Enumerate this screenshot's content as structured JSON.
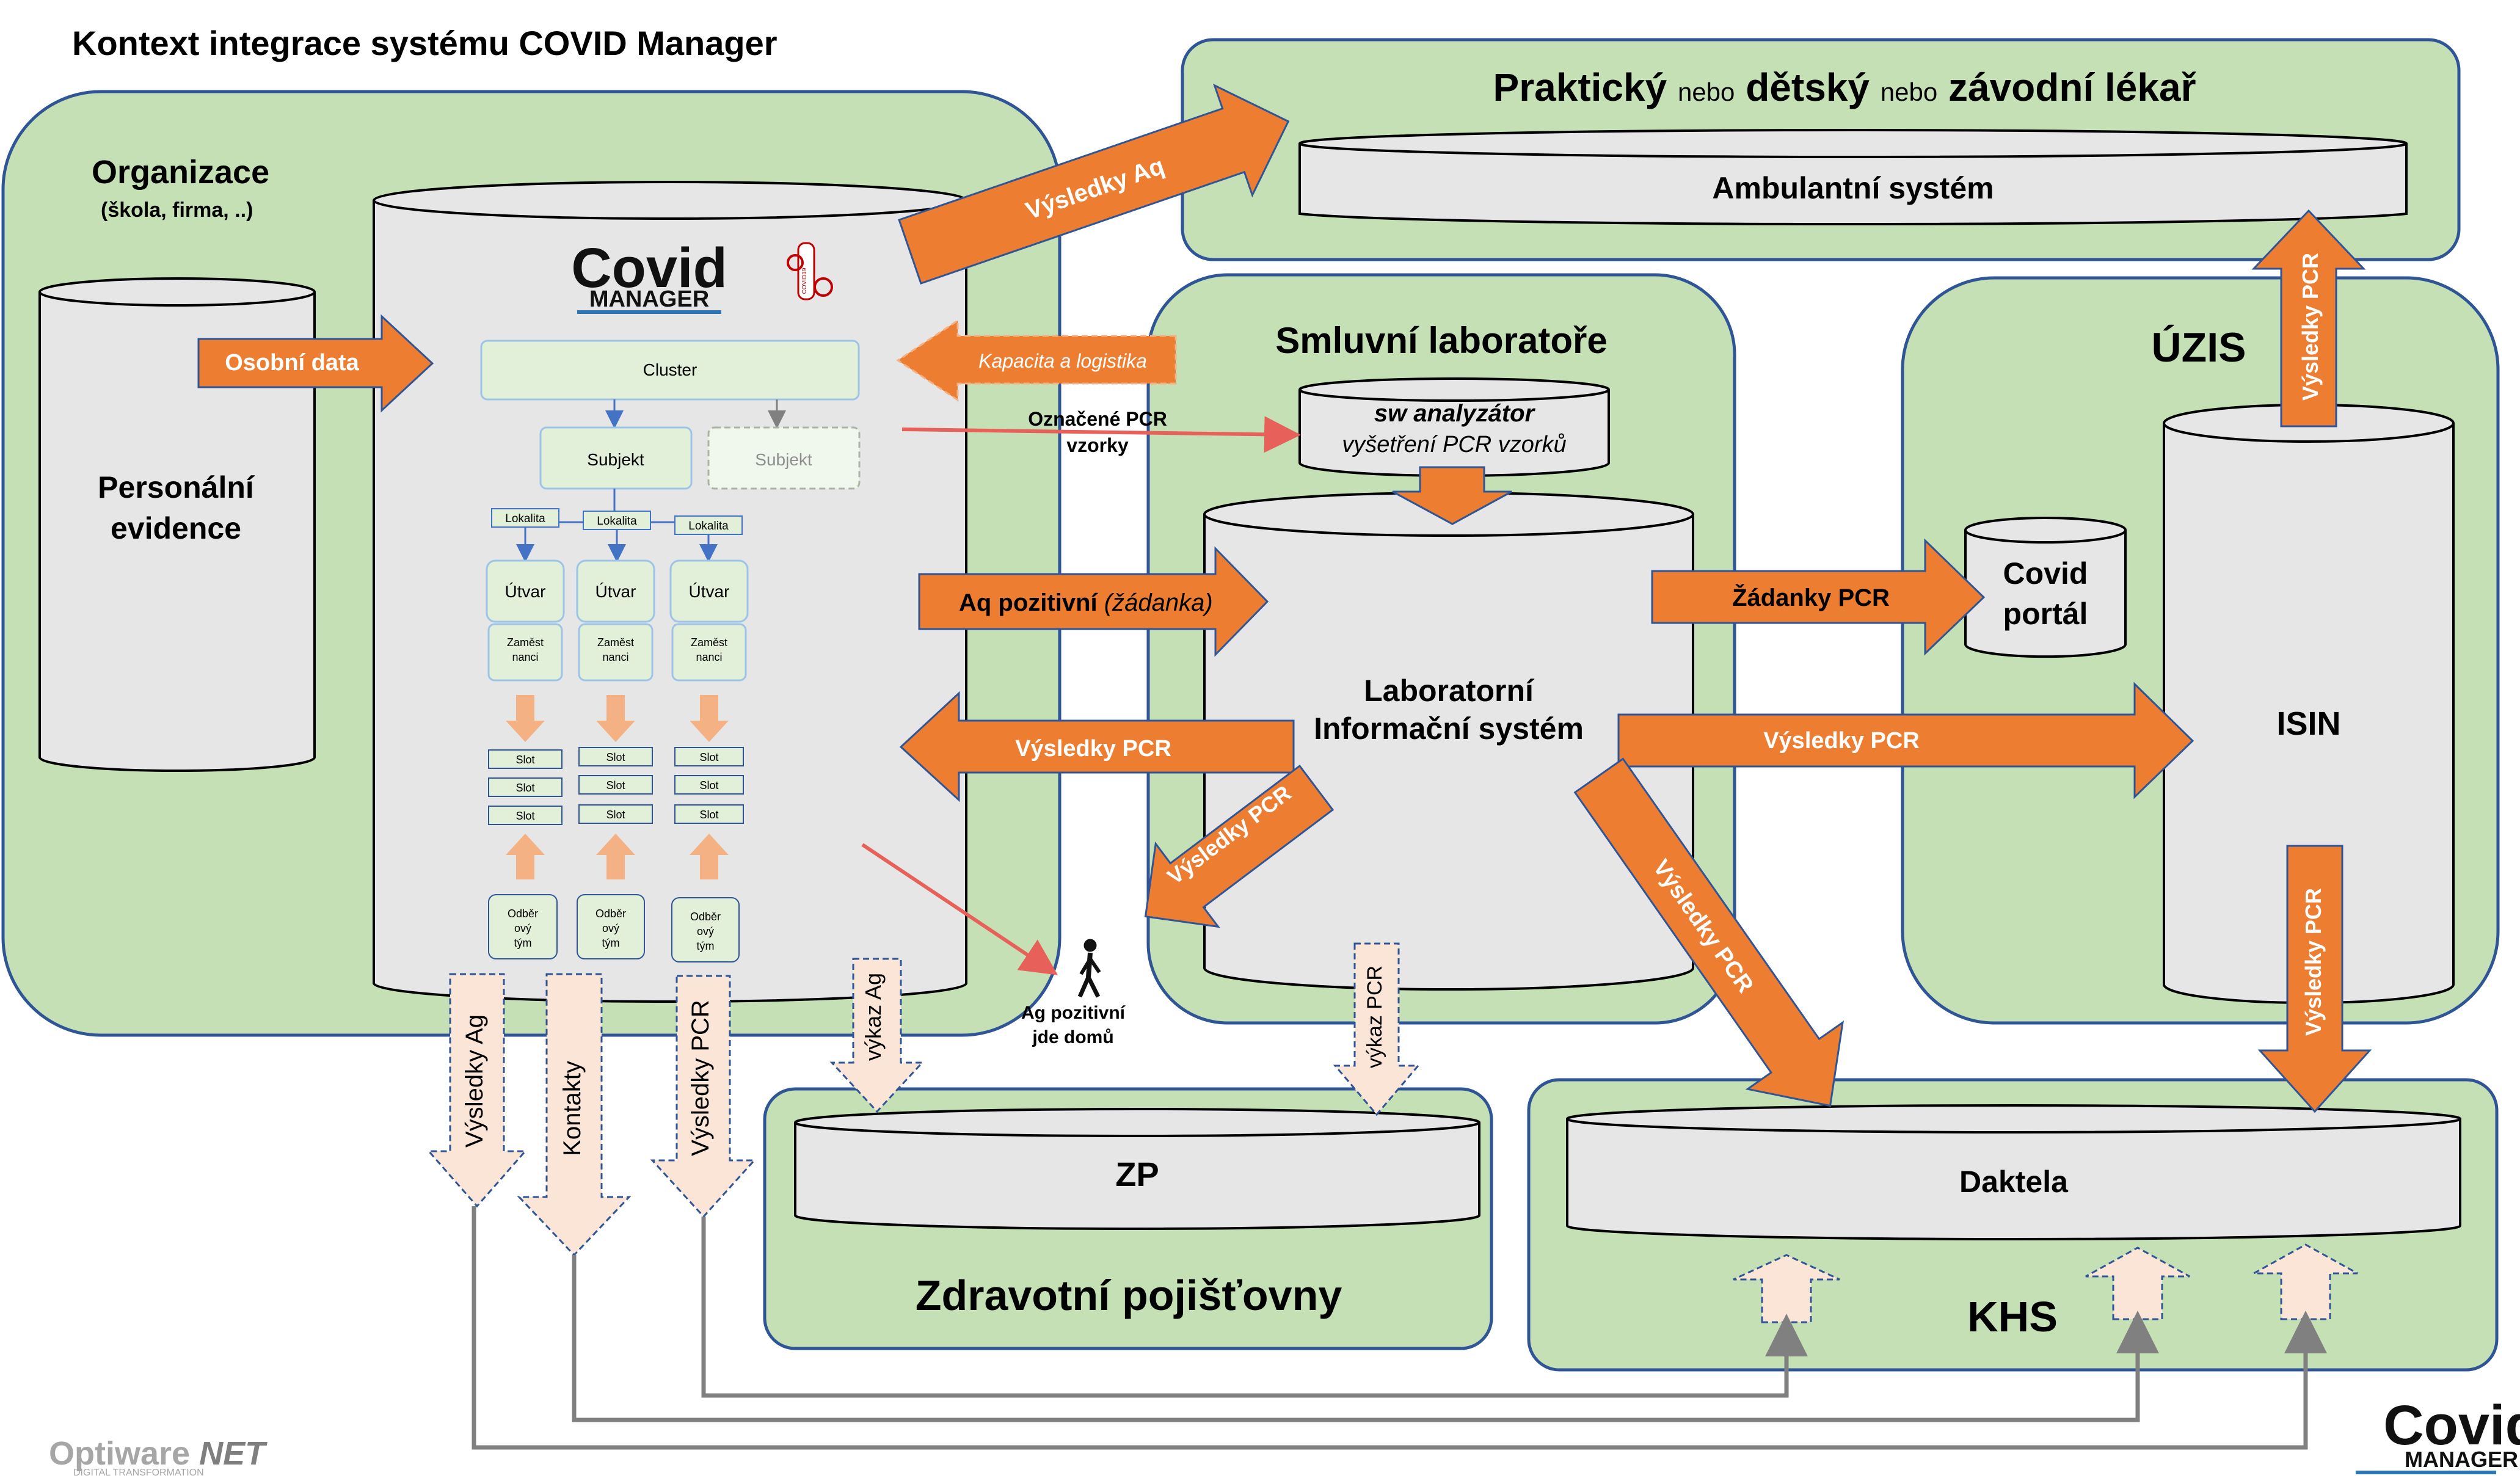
{
  "title": "Kontext integrace systému COVID Manager",
  "colors": {
    "panel_fill": "#c5e0b4",
    "panel_stroke": "#2f5597",
    "cylinder_fill": "#e7e6e6",
    "arrow_orange": "#ed7d31",
    "arrow_light": "#fbe5d6",
    "red_line": "#e8605a",
    "gray_line": "#808080",
    "diagram_fill": "#e2f0d9",
    "diagram_stroke": "#9dc3e6"
  },
  "organizace": {
    "title": "Organizace",
    "subtitle": "(škola, firma, ..)",
    "personal_line1": "Personální",
    "personal_line2": "evidence",
    "osobni_data": "Osobní data"
  },
  "covid_manager": {
    "logo_covid": "Covid",
    "logo_manager": "MANAGER",
    "badge_text": "COVID19",
    "cluster": "Cluster",
    "subjekt": "Subjekt",
    "subjekt_ghost": "Subjekt",
    "lokalita": "Lokalita",
    "utvar": "Útvar",
    "zamestnanci_1": "Zaměst",
    "zamestnanci_2": "nanci",
    "slot": "Slot",
    "odber_1": "Odběr",
    "odber_2": "ový",
    "odber_3": "tým"
  },
  "lekar": {
    "title_1": "Praktický",
    "title_2": "nebo",
    "title_3": "dětský",
    "title_4": "nebo",
    "title_5": "závodní lékař",
    "system": "Ambulantní systém"
  },
  "laboratore": {
    "title": "Smluvní laboratoře",
    "analyzer_1": "sw analyzátor",
    "analyzer_2": "vyšetření PCR vzorků",
    "lis_1": "Laboratorní",
    "lis_2": "Informační systém"
  },
  "uzis": {
    "title": "ÚZIS",
    "portal_1": "Covid",
    "portal_2": "portál",
    "isin": "ISIN"
  },
  "zp": {
    "system": "ZP",
    "title": "Zdravotní pojišťovny"
  },
  "khs": {
    "system": "Daktela",
    "title": "KHS"
  },
  "arrows": {
    "vysledky_aq": "Výsledky Aq",
    "kapacita": "Kapacita a logistika",
    "oznacene_1": "Označené PCR",
    "oznacene_2": "vzorky",
    "aq_pozitivni": "Aq pozitivní",
    "zadanka": "(žádanka)",
    "vysledky_pcr": "Výsledky PCR",
    "zadanky_pcr": "Žádanky PCR",
    "vysledky_ag": "Výsledky Ag",
    "kontakty": "Kontakty",
    "vykaz_ag": "výkaz Ag",
    "vykaz_pcr": "výkaz PCR"
  },
  "person": {
    "line1": "Ag pozitivní",
    "line2": "jde domů"
  },
  "footer": {
    "optiware_1": "Optiware",
    "optiware_2": "NET",
    "optiware_sub": "DIGITAL TRANSFORMATION",
    "logo_covid": "Covid",
    "logo_manager": "MANAGER"
  }
}
